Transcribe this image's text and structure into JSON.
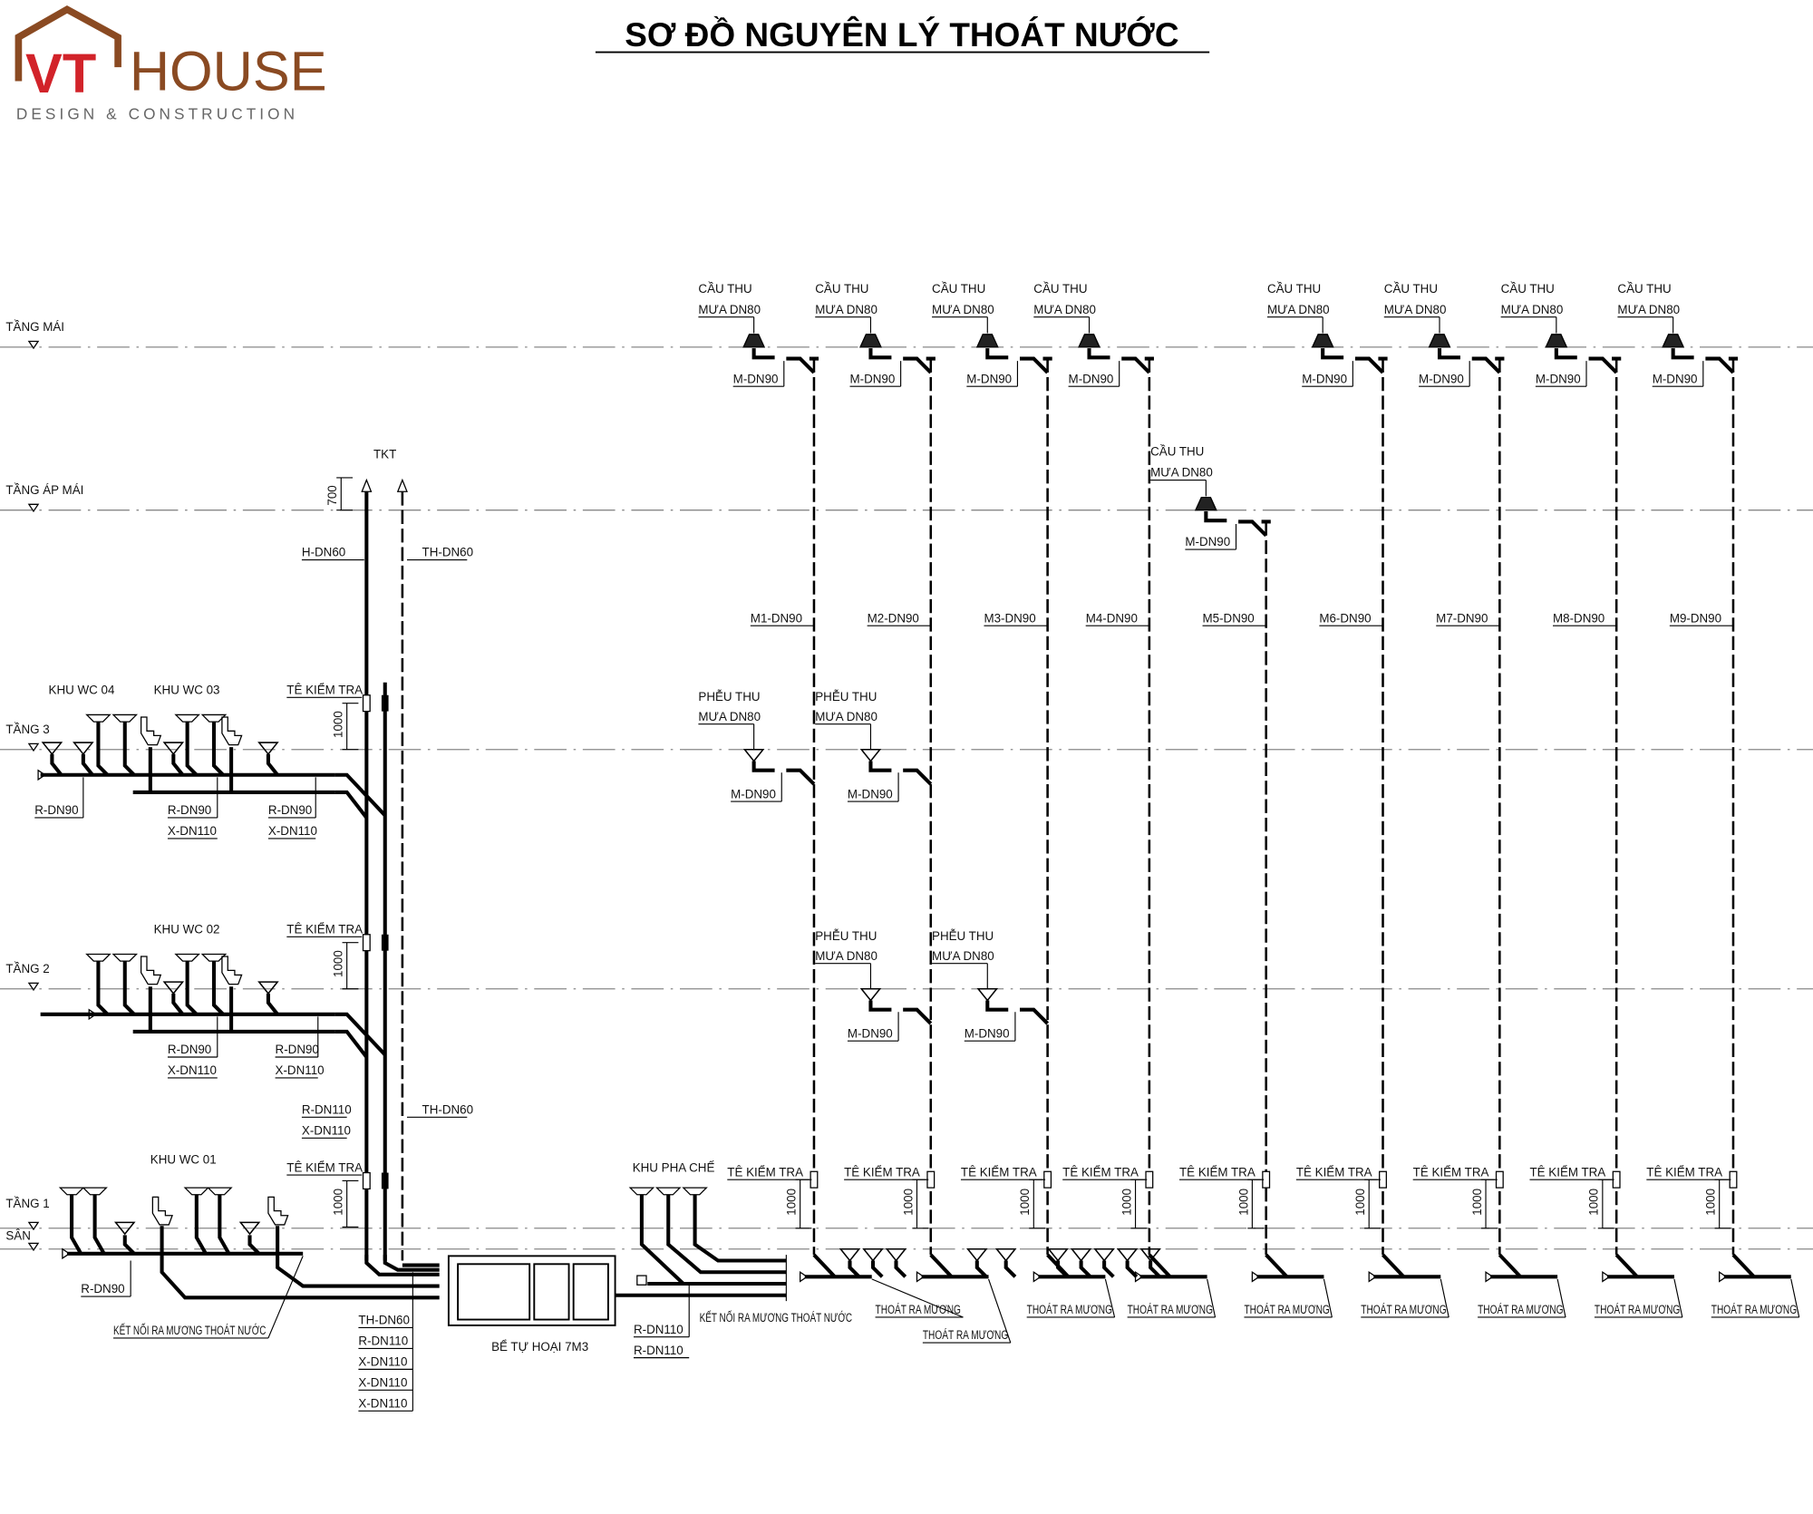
{
  "header": {
    "logo_brand_vt": "VT",
    "logo_brand_house": "HOUSE",
    "logo_tagline": "DESIGN & CONSTRUCTION",
    "title": "SƠ ĐỒ NGUYÊN LÝ THOÁT NƯỚC"
  },
  "colors": {
    "brand_brown": "#8a4a22",
    "brand_red": "#d2232a",
    "line": "#000000"
  },
  "levels": [
    "TẦNG MÁI",
    "TẦNG ÁP MÁI",
    "TẦNG 3",
    "TẦNG 2",
    "TẦNG 1",
    "SÂN"
  ],
  "rain_stacks": [
    {
      "label": "M1-DN90",
      "drain_line1": "CẦU THU",
      "drain_line2": "MƯA DN80",
      "branch": "M-DN90",
      "check_tee": "TÊ KIỂM TRA",
      "dim": "1000",
      "outlet": "THOÁT RA MƯƠNG"
    },
    {
      "label": "M2-DN90",
      "drain_line1": "CẦU THU",
      "drain_line2": "MƯA DN80",
      "branch": "M-DN90",
      "check_tee": "TÊ KIỂM TRA",
      "dim": "1000",
      "outlet": "THOÁT RA MƯƠNG"
    },
    {
      "label": "M3-DN90",
      "drain_line1": "CẦU THU",
      "drain_line2": "MƯA DN80",
      "branch": "M-DN90",
      "check_tee": "TÊ KIỂM TRA",
      "dim": "1000",
      "outlet": "THOÁT RA MƯƠNG"
    },
    {
      "label": "M4-DN90",
      "drain_line1": "CẦU THU",
      "drain_line2": "MƯA DN80",
      "branch": "M-DN90",
      "check_tee": "TÊ KIỂM TRA",
      "dim": "1000",
      "outlet": "THOÁT RA MƯƠNG"
    },
    {
      "label": "M5-DN90",
      "drain_line1": "CẦU THU",
      "drain_line2": "MƯA DN80",
      "branch": "M-DN90",
      "check_tee": "TÊ KIỂM TRA",
      "dim": "1000",
      "outlet": "THOÁT RA MƯƠNG"
    },
    {
      "label": "M6-DN90",
      "drain_line1": "CẦU THU",
      "drain_line2": "MƯA DN80",
      "branch": "M-DN90",
      "check_tee": "TÊ KIỂM TRA",
      "dim": "1000",
      "outlet": "THOÁT RA MƯƠNG"
    },
    {
      "label": "M7-DN90",
      "drain_line1": "CẦU THU",
      "drain_line2": "MƯA DN80",
      "branch": "M-DN90",
      "check_tee": "TÊ KIỂM TRA",
      "dim": "1000",
      "outlet": "THOÁT RA MƯƠNG"
    },
    {
      "label": "M8-DN90",
      "drain_line1": "CẦU THU",
      "drain_line2": "MƯA DN80",
      "branch": "M-DN90",
      "check_tee": "TÊ KIỂM TRA",
      "dim": "1000",
      "outlet": "THOÁT RA MƯƠNG"
    },
    {
      "label": "M9-DN90",
      "drain_line1": "CẦU THU",
      "drain_line2": "MƯA DN80",
      "branch": "M-DN90",
      "check_tee": "TÊ KIỂM TRA",
      "dim": "1000",
      "outlet": "THOÁT RA MƯƠNG"
    }
  ],
  "floor_funnels": [
    {
      "line1": "PHỄU THU",
      "line2": "MƯA DN80",
      "branch": "M-DN90"
    },
    {
      "line1": "PHỄU THU",
      "line2": "MƯA DN80",
      "branch": "M-DN90"
    },
    {
      "line1": "PHỄU THU",
      "line2": "MƯA DN80",
      "branch": "M-DN90"
    },
    {
      "line1": "PHỄU THU",
      "line2": "MƯA DN80",
      "branch": "M-DN90"
    }
  ],
  "soil_stacks": {
    "tkt": "TKT",
    "dim_700": "700",
    "h_dn60": "H-DN60",
    "th_dn60": "TH-DN60",
    "th_dn60_lower": "TH-DN60",
    "r_dn110": "R-DN110",
    "x_dn110": "X-DN110",
    "check_tees": [
      "TÊ KIỂM TRA",
      "TÊ KIỂM TRA",
      "TÊ KIỂM TRA"
    ],
    "dims": [
      "1000",
      "1000",
      "1000"
    ]
  },
  "zones": {
    "wc04": "KHU WC 04",
    "wc03": "KHU WC 03",
    "wc02": "KHU WC 02",
    "wc01": "KHU WC 01",
    "pha_che": "KHU PHA CHẾ"
  },
  "floor3_labels": [
    "R-DN90",
    "R-DN90",
    "X-DN110",
    "R-DN90",
    "X-DN110"
  ],
  "floor2_labels": [
    "R-DN90",
    "X-DN110",
    "R-DN90",
    "X-DN110"
  ],
  "floor1_labels": {
    "r_dn90": "R-DN90",
    "connect": "KẾT NỐI RA MƯƠNG THOÁT NƯỚC"
  },
  "tank_inlets": [
    "TH-DN60",
    "R-DN110",
    "X-DN110",
    "X-DN110",
    "X-DN110"
  ],
  "tank": {
    "label": "BỂ TỰ HOẠI 7M3"
  },
  "pha_che_labels": {
    "r1": "R-DN110",
    "r2": "R-DN110",
    "connect": "KẾT NỐI RA MƯƠNG THOÁT NƯỚC"
  }
}
